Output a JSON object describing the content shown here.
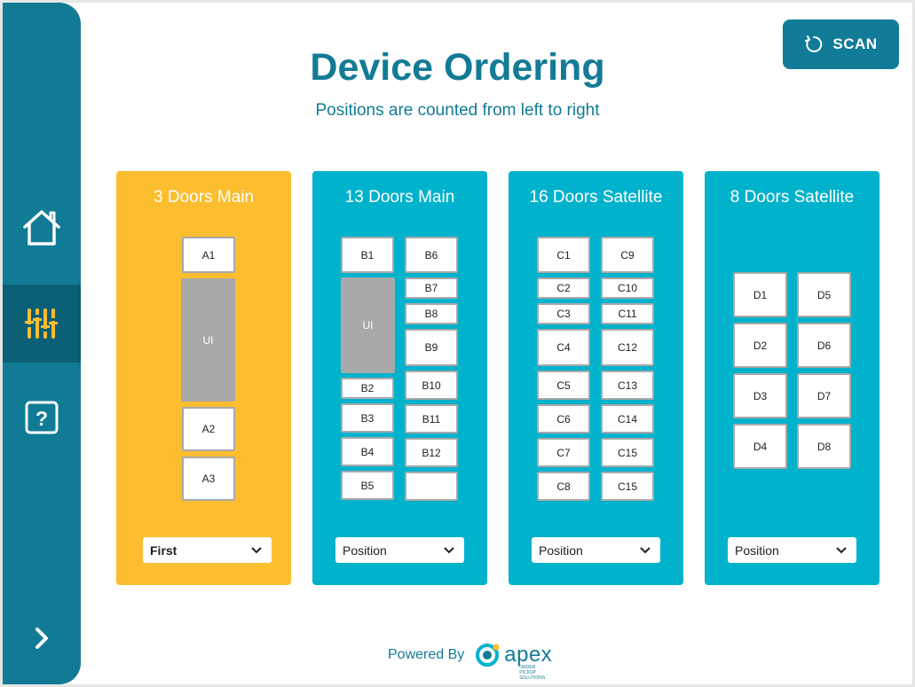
{
  "header": {
    "title": "Device Ordering",
    "subtitle": "Positions are counted from left to right",
    "scan_label": "SCAN"
  },
  "sidebar": {
    "items": [
      {
        "name": "home",
        "icon": "home-icon"
      },
      {
        "name": "settings",
        "icon": "sliders-icon",
        "active": true
      },
      {
        "name": "help",
        "icon": "help-icon"
      },
      {
        "name": "expand",
        "icon": "chevron-right-icon"
      }
    ]
  },
  "panels": [
    {
      "title": "3 Doors Main",
      "select_value": "First",
      "cells": [
        "A1",
        "UI",
        "A2",
        "A3"
      ]
    },
    {
      "title": "13 Doors Main",
      "select_value": "Position",
      "cells": [
        "B1",
        "UI",
        "B2",
        "B3",
        "B4",
        "B5",
        "B6",
        "B7",
        "B8",
        "B9",
        "B10",
        "B11",
        "B12"
      ]
    },
    {
      "title": "16 Doors Satellite",
      "select_value": "Position",
      "cells": [
        "C1",
        "C2",
        "C3",
        "C4",
        "C5",
        "C6",
        "C7",
        "C8",
        "C9",
        "C10",
        "C11",
        "C12",
        "C13",
        "C14",
        "C15",
        "C15"
      ]
    },
    {
      "title": "8 Doors Satellite",
      "select_value": "Position",
      "cells": [
        "D1",
        "D2",
        "D3",
        "D4",
        "D5",
        "D6",
        "D7",
        "D8"
      ]
    }
  ],
  "footer": {
    "powered_by": "Powered By",
    "logo_text": "apex",
    "logo_tagline": "ORDER PICKUP SOLUTIONS"
  },
  "colors": {
    "sidebar": "#117b96",
    "accent": "#137b96",
    "main_panel": "#fcbd2f",
    "satellite_panel": "#00b2cc",
    "active_icon": "#fcbd2f"
  }
}
